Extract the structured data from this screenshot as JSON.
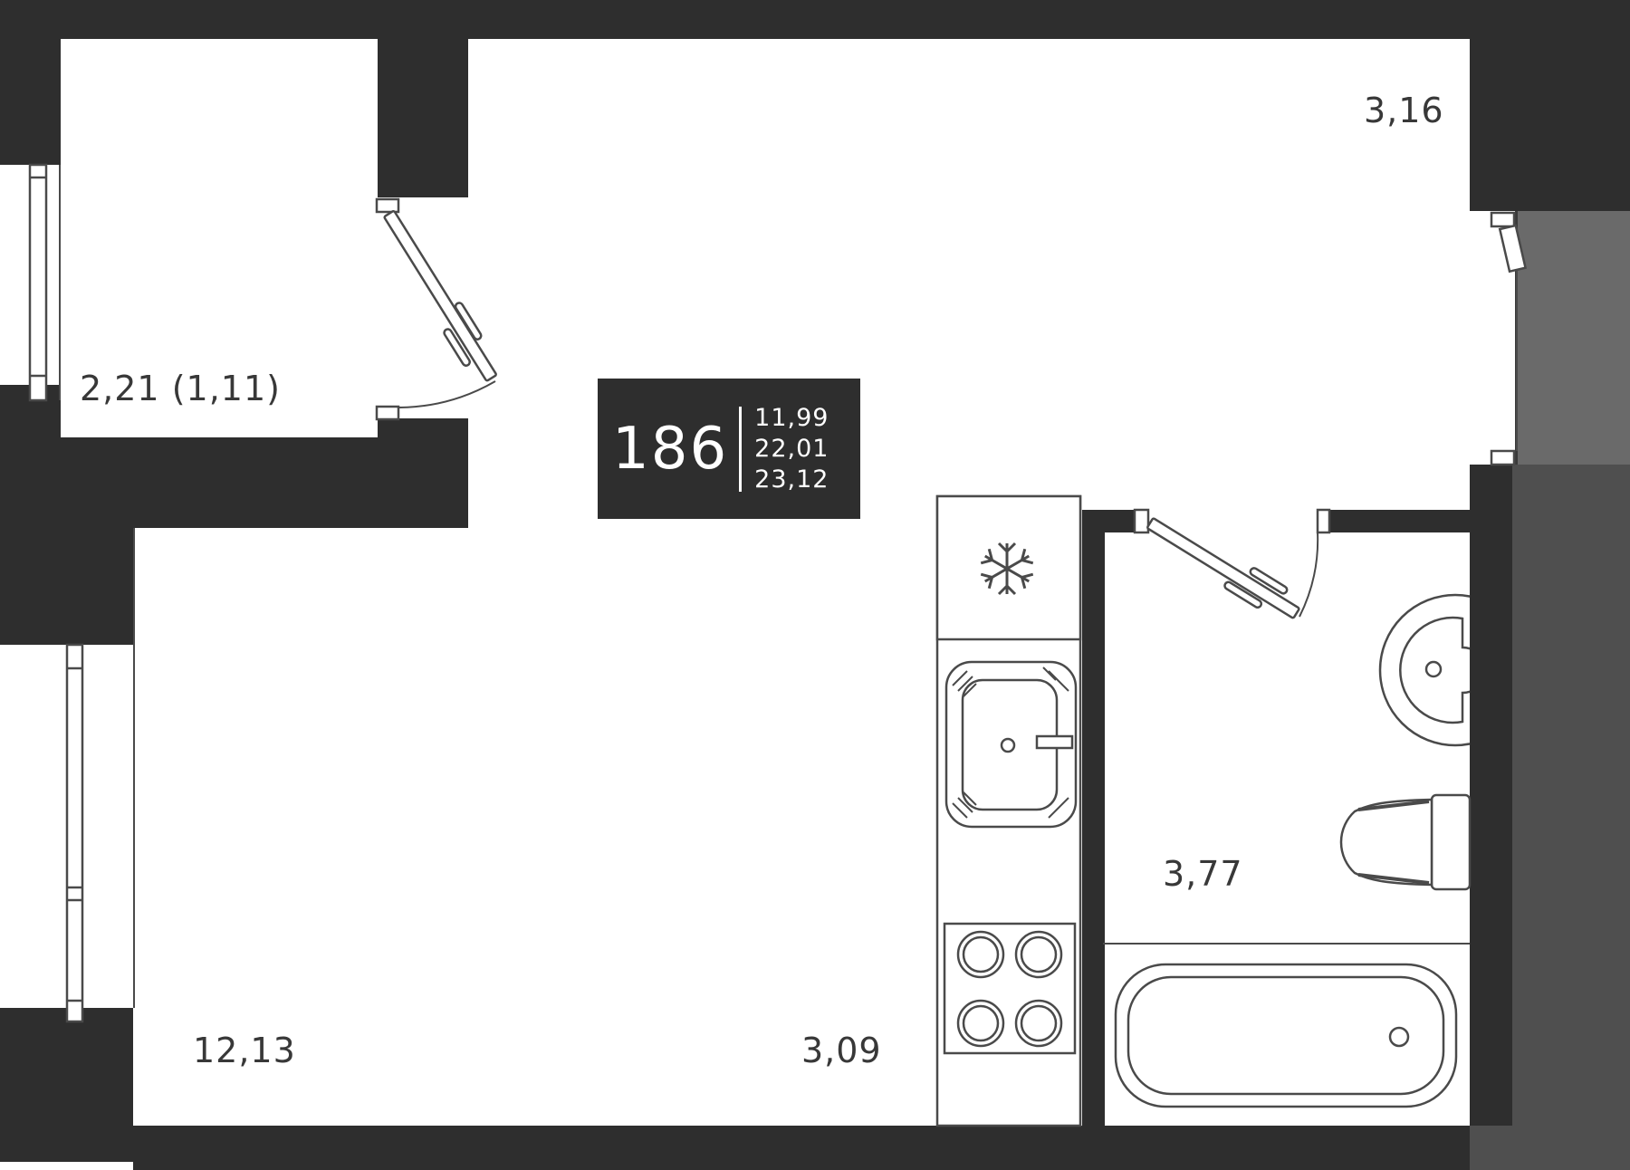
{
  "unit_card": {
    "number": "186",
    "area_lines": [
      "11,99",
      "22,01",
      "23,12"
    ]
  },
  "rooms": {
    "balcony_area": "2,21 (1,11)",
    "entry_area": "3,16",
    "living_area": "12,13",
    "kitchen_area": "3,09",
    "bathroom_area": "3,77"
  },
  "icons": {
    "fridge": "snowflake-icon",
    "fixtures": [
      "kitchen-sink-icon",
      "stove-burners-icon",
      "bath-sink-icon",
      "toilet-icon",
      "bathtub-icon",
      "door-swing-icon",
      "window-icon"
    ]
  },
  "colors": {
    "wall": "#2e2e2e",
    "corridor_upper": "#6a6a6a",
    "corridor_lower": "#4f4f4f",
    "line": "#4a4a4a",
    "text": "#383838",
    "card_bg": "#2e2e2e",
    "card_text": "#ffffff"
  }
}
